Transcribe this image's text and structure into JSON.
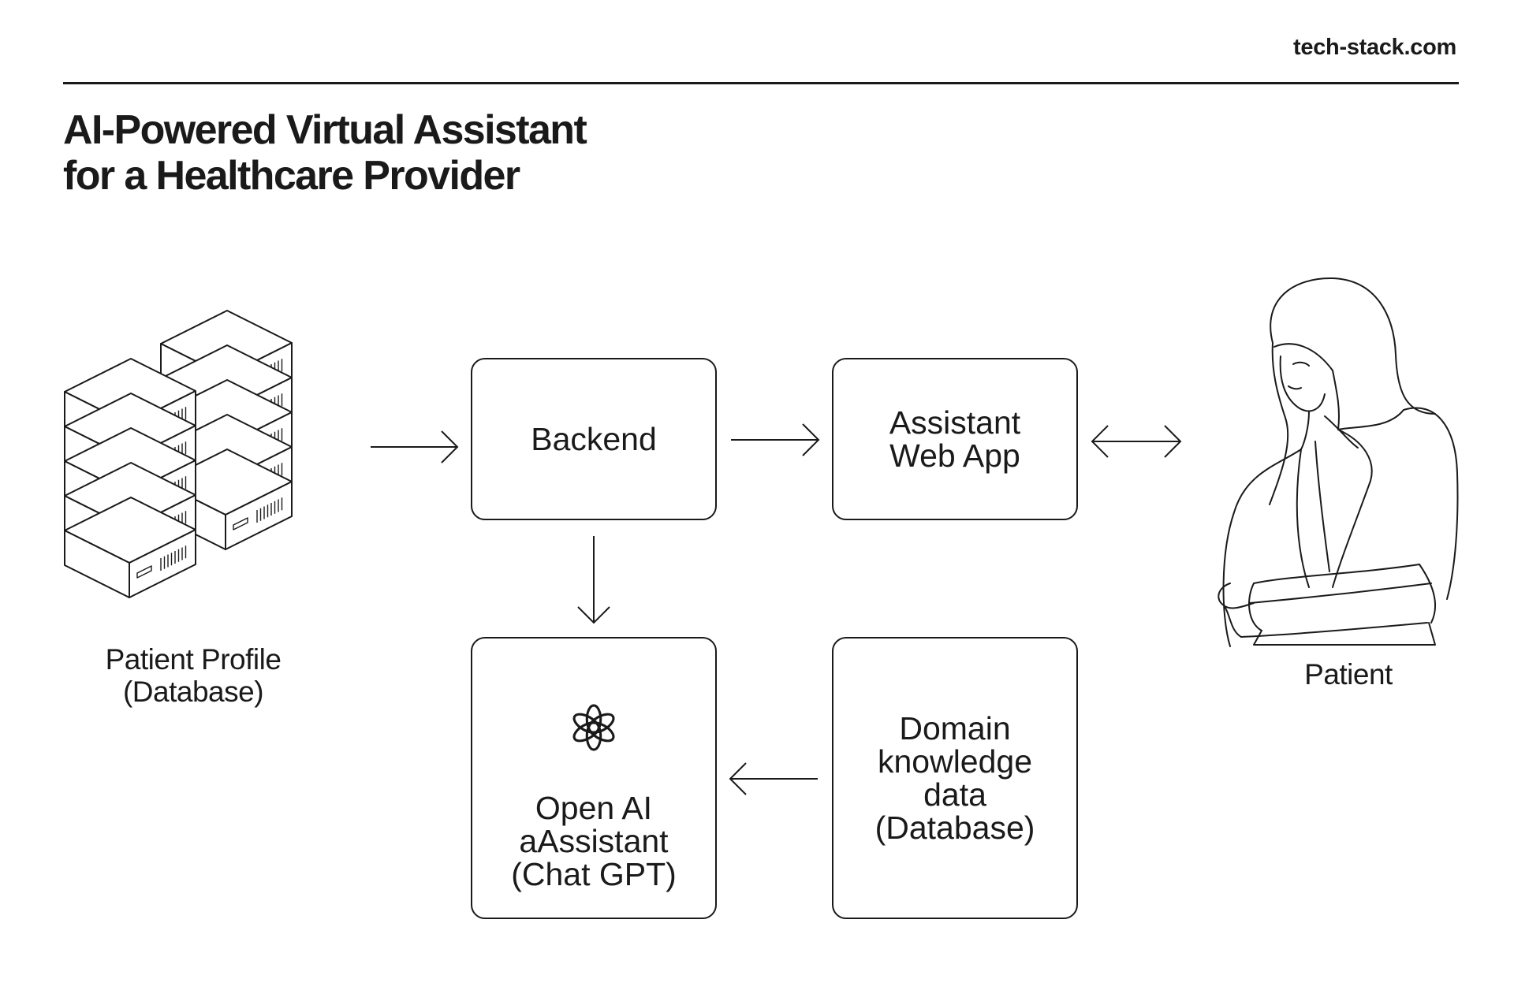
{
  "header": {
    "site": "tech-stack.com",
    "title_line1": "AI-Powered Virtual Assistant",
    "title_line2": "for a Healthcare Provider"
  },
  "nodes": {
    "patient_profile": {
      "line1": "Patient Profile",
      "line2": "(Database)",
      "icon": "server-stack-icon"
    },
    "backend": {
      "label": "Backend"
    },
    "web_app": {
      "line1": "Assistant",
      "line2": "Web App"
    },
    "patient": {
      "label": "Patient",
      "icon": "woman-illustration-icon"
    },
    "openai": {
      "line1": "Open AI",
      "line2": "aAssistant",
      "line3": "(Chat GPT)",
      "icon": "openai-logo-icon"
    },
    "domain": {
      "line1": "Domain",
      "line2": "knowledge",
      "line3": "data",
      "line4": "(Database)"
    }
  },
  "edges": [
    {
      "from": "patient_profile",
      "to": "backend",
      "direction": "forward"
    },
    {
      "from": "backend",
      "to": "web_app",
      "direction": "forward"
    },
    {
      "from": "web_app",
      "to": "patient",
      "direction": "both"
    },
    {
      "from": "backend",
      "to": "openai",
      "direction": "forward"
    },
    {
      "from": "domain",
      "to": "openai",
      "direction": "forward"
    }
  ],
  "colors": {
    "ink": "#1a1a1a",
    "background": "#ffffff"
  }
}
